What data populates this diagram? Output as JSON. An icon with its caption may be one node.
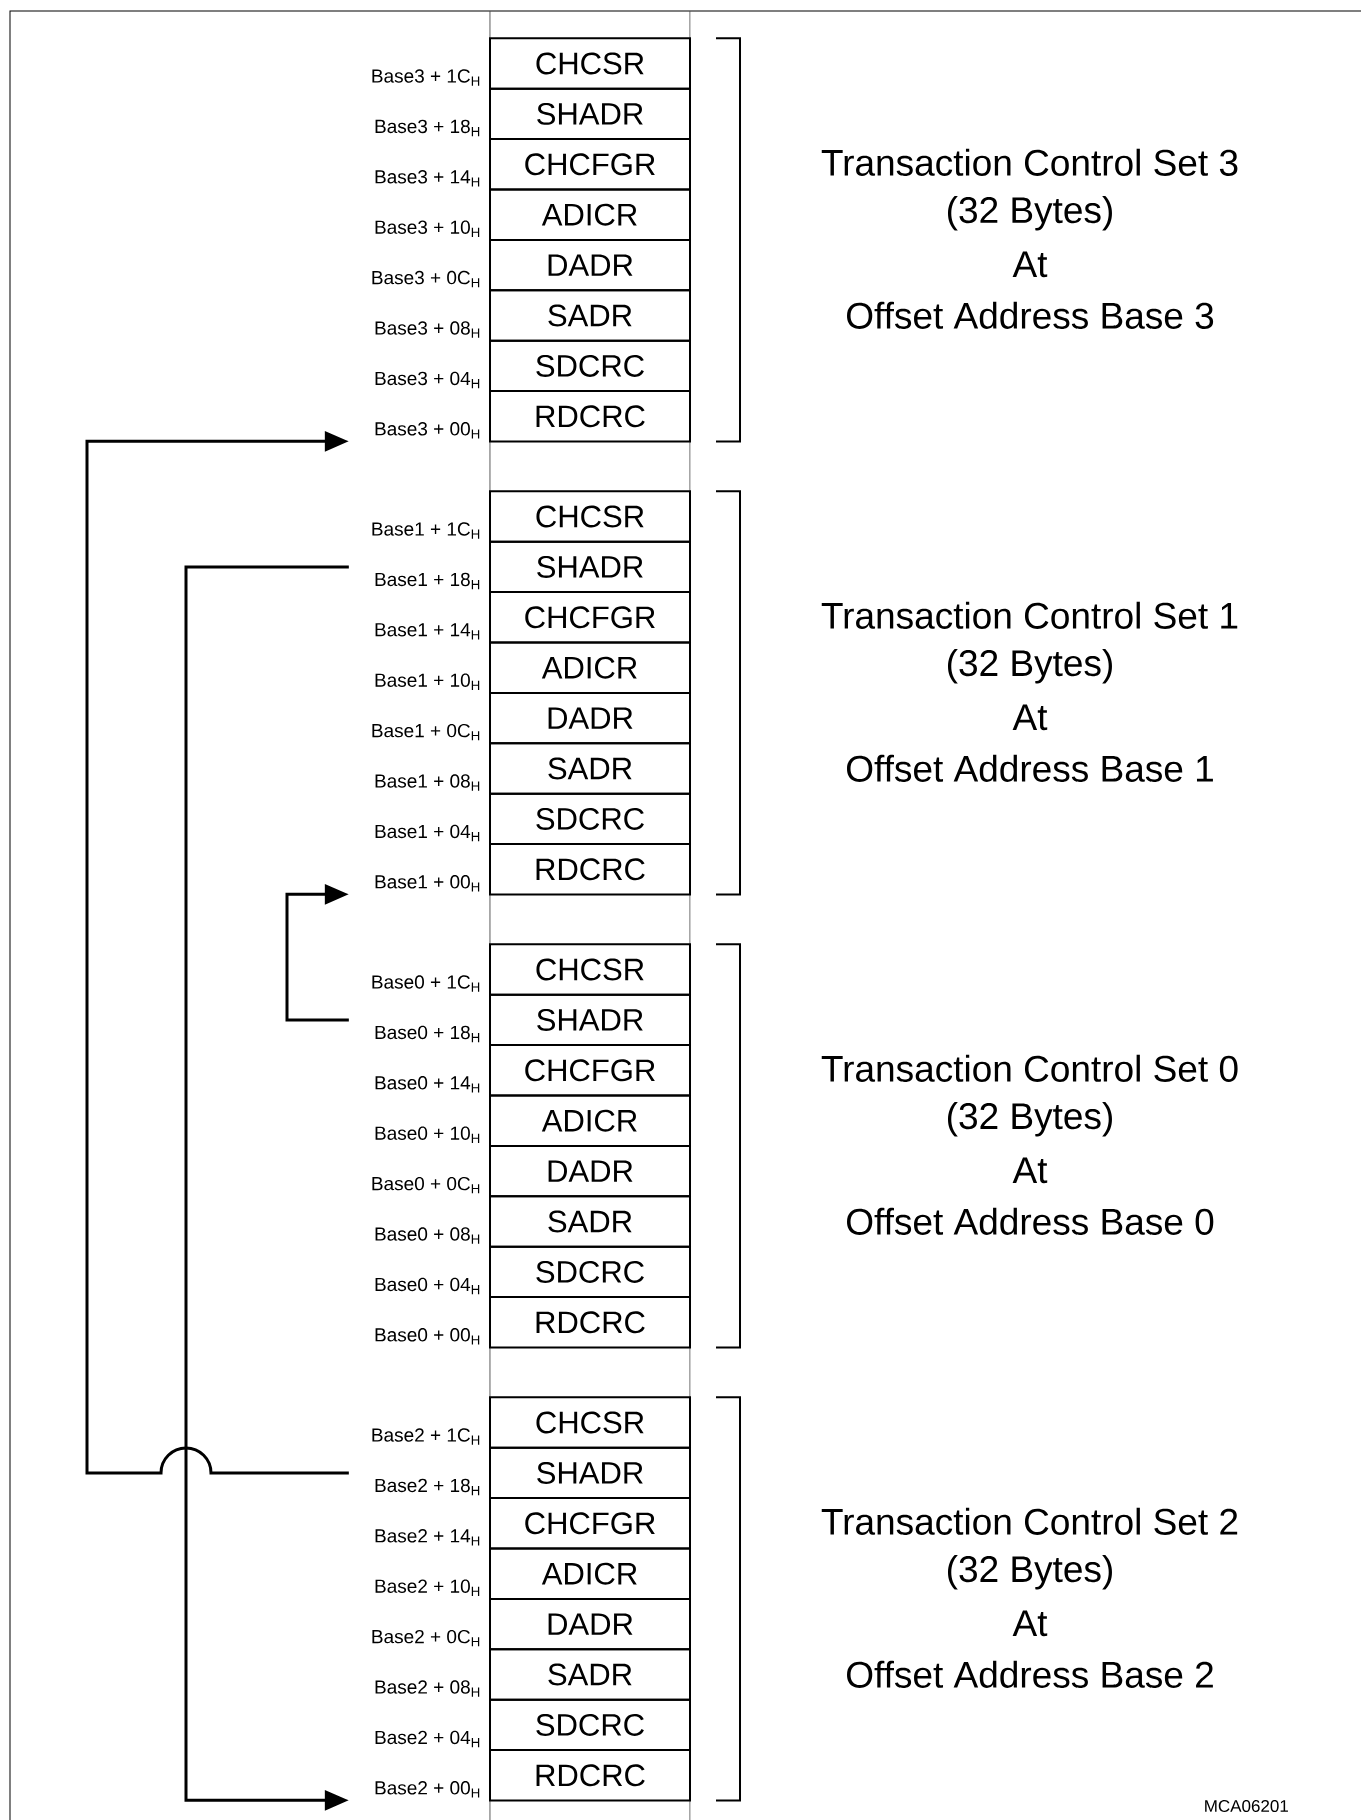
{
  "diagram": {
    "nodes": [
      {
        "text": [
          "CHCSR"
        ],
        "beside": [
          "Base3 + 1C$_{H}$"
        ]
      },
      {
        "text": [
          "SHADR"
        ],
        "beside": [
          "Base3 + 18$_{H}$"
        ]
      },
      {
        "text": [
          "CHCFGR"
        ],
        "beside": [
          "Base3 + 14$_{H}$"
        ]
      },
      {
        "text": [
          "ADICR"
        ],
        "beside": [
          "Base3 + 10$_{H}$"
        ]
      },
      {
        "text": [
          "DADR"
        ],
        "beside": [
          "Base3 + 0C$_{H}$"
        ]
      },
      {
        "text": [
          "SADR"
        ],
        "beside": [
          "Base3 + 08$_{H}$"
        ]
      },
      {
        "text": [
          "SDCRC"
        ],
        "beside": [
          "Base3 + 04$_{H}$"
        ]
      },
      {
        "text": [
          "RDCRC"
        ],
        "beside": [
          "Base3 + 00$_{H}$"
        ]
      },
      {
        "text": [
          "CHCSR"
        ],
        "beside": [
          "Base1 + 1C$_{H}$"
        ]
      },
      {
        "text": [
          "SHADR"
        ],
        "beside": [
          "Base1 + 18$_{H}$"
        ]
      },
      {
        "text": [
          "CHCFGR"
        ],
        "beside": [
          "Base1 + 14$_{H}$"
        ]
      },
      {
        "text": [
          "ADICR"
        ],
        "beside": [
          "Base1 + 10$_{H}$"
        ]
      },
      {
        "text": [
          "DADR"
        ],
        "beside": [
          "Base1 + 0C$_{H}$"
        ]
      },
      {
        "text": [
          "SADR"
        ],
        "beside": [
          "Base1 + 08$_{H}$"
        ]
      },
      {
        "text": [
          "SDCRC"
        ],
        "beside": [
          "Base1 + 04$_{H}$"
        ]
      },
      {
        "text": [
          "RDCRC"
        ],
        "beside": [
          "Base1 + 00$_{H}$"
        ]
      },
      {
        "text": [
          "CHCSR"
        ],
        "beside": [
          "Base0 + 1C$_{H}$"
        ]
      },
      {
        "text": [
          "SHADR"
        ],
        "beside": [
          "Base0 + 18$_{H}$"
        ]
      },
      {
        "text": [
          "CHCFGR"
        ],
        "beside": [
          "Base0 + 14$_{H}$"
        ]
      },
      {
        "text": [
          "ADICR"
        ],
        "beside": [
          "Base0 + 10$_{H}$"
        ]
      },
      {
        "text": [
          "DADR"
        ],
        "beside": [
          "Base0 + 0C$_{H}$"
        ]
      },
      {
        "text": [
          "SADR"
        ],
        "beside": [
          "Base0 + 08$_{H}$"
        ]
      },
      {
        "text": [
          "SDCRC"
        ],
        "beside": [
          "Base0 + 04$_{H}$"
        ]
      },
      {
        "text": [
          "RDCRC"
        ],
        "beside": [
          "Base0 + 00$_{H}$"
        ]
      },
      {
        "text": [
          "CHCSR"
        ],
        "beside": [
          "Base2 + 1C$_{H}$"
        ]
      },
      {
        "text": [
          "SHADR"
        ],
        "beside": [
          "Base2 + 18$_{H}$"
        ]
      },
      {
        "text": [
          "CHCFGR"
        ],
        "beside": [
          "Base2 + 14$_{H}$"
        ]
      },
      {
        "text": [
          "ADICR"
        ],
        "beside": [
          "Base2 + 10$_{H}$"
        ]
      },
      {
        "text": [
          "DADR"
        ],
        "beside": [
          "Base2 + 0C$_{H}$"
        ]
      },
      {
        "text": [
          "SADR"
        ],
        "beside": [
          "Base2 + 08$_{H}$"
        ]
      },
      {
        "text": [
          "SDCRC"
        ],
        "beside": [
          "Base2 + 04$_{H}$"
        ]
      },
      {
        "text": [
          "RDCRC"
        ],
        "beside": [
          "Base2 + 00$_{H}$"
        ]
      }
    ],
    "edges": [
      {
        "from": 25,
        "to": 7,
        "arrow": "to"
      },
      {
        "from": 9,
        "to": 31,
        "arrow": "to"
      },
      {
        "from": 17,
        "to": 15,
        "arrow": "to"
      }
    ],
    "labels": [
      "Transaction Control Set 3",
      "(32 Bytes)",
      "At",
      "Offset Address Base 3",
      "Transaction Control Set 1",
      "(32 Bytes)",
      "At",
      "Offset Address Base 1",
      "Transaction Control Set 0",
      "(32 Bytes)",
      "At",
      "Offset Address Base 0",
      "Transaction Control Set 2",
      "(32 Bytes)",
      "At",
      "Offset Address Base 2",
      "MCA06201"
    ]
  }
}
